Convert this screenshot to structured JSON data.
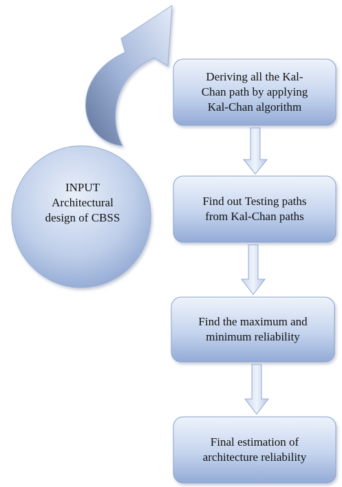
{
  "input": {
    "line1": "INPUT",
    "line2": "Architectural",
    "line3": "design of CBSS"
  },
  "steps": [
    {
      "text": "Deriving all the Kal-\nChan path by applying\nKal-Chan algorithm"
    },
    {
      "text": "Find out Testing paths\nfrom Kal-Chan paths"
    },
    {
      "text": "Find the maximum and\nminimum reliability"
    },
    {
      "text": "Final estimation of\narchitecture reliability"
    }
  ],
  "colors": {
    "box_top": "#e8effa",
    "box_bottom": "#9fb5dc",
    "box_border": "#8aa2cc",
    "arrow_dark": "#6a7ea6",
    "arrow_light": "#dfe8f6"
  }
}
